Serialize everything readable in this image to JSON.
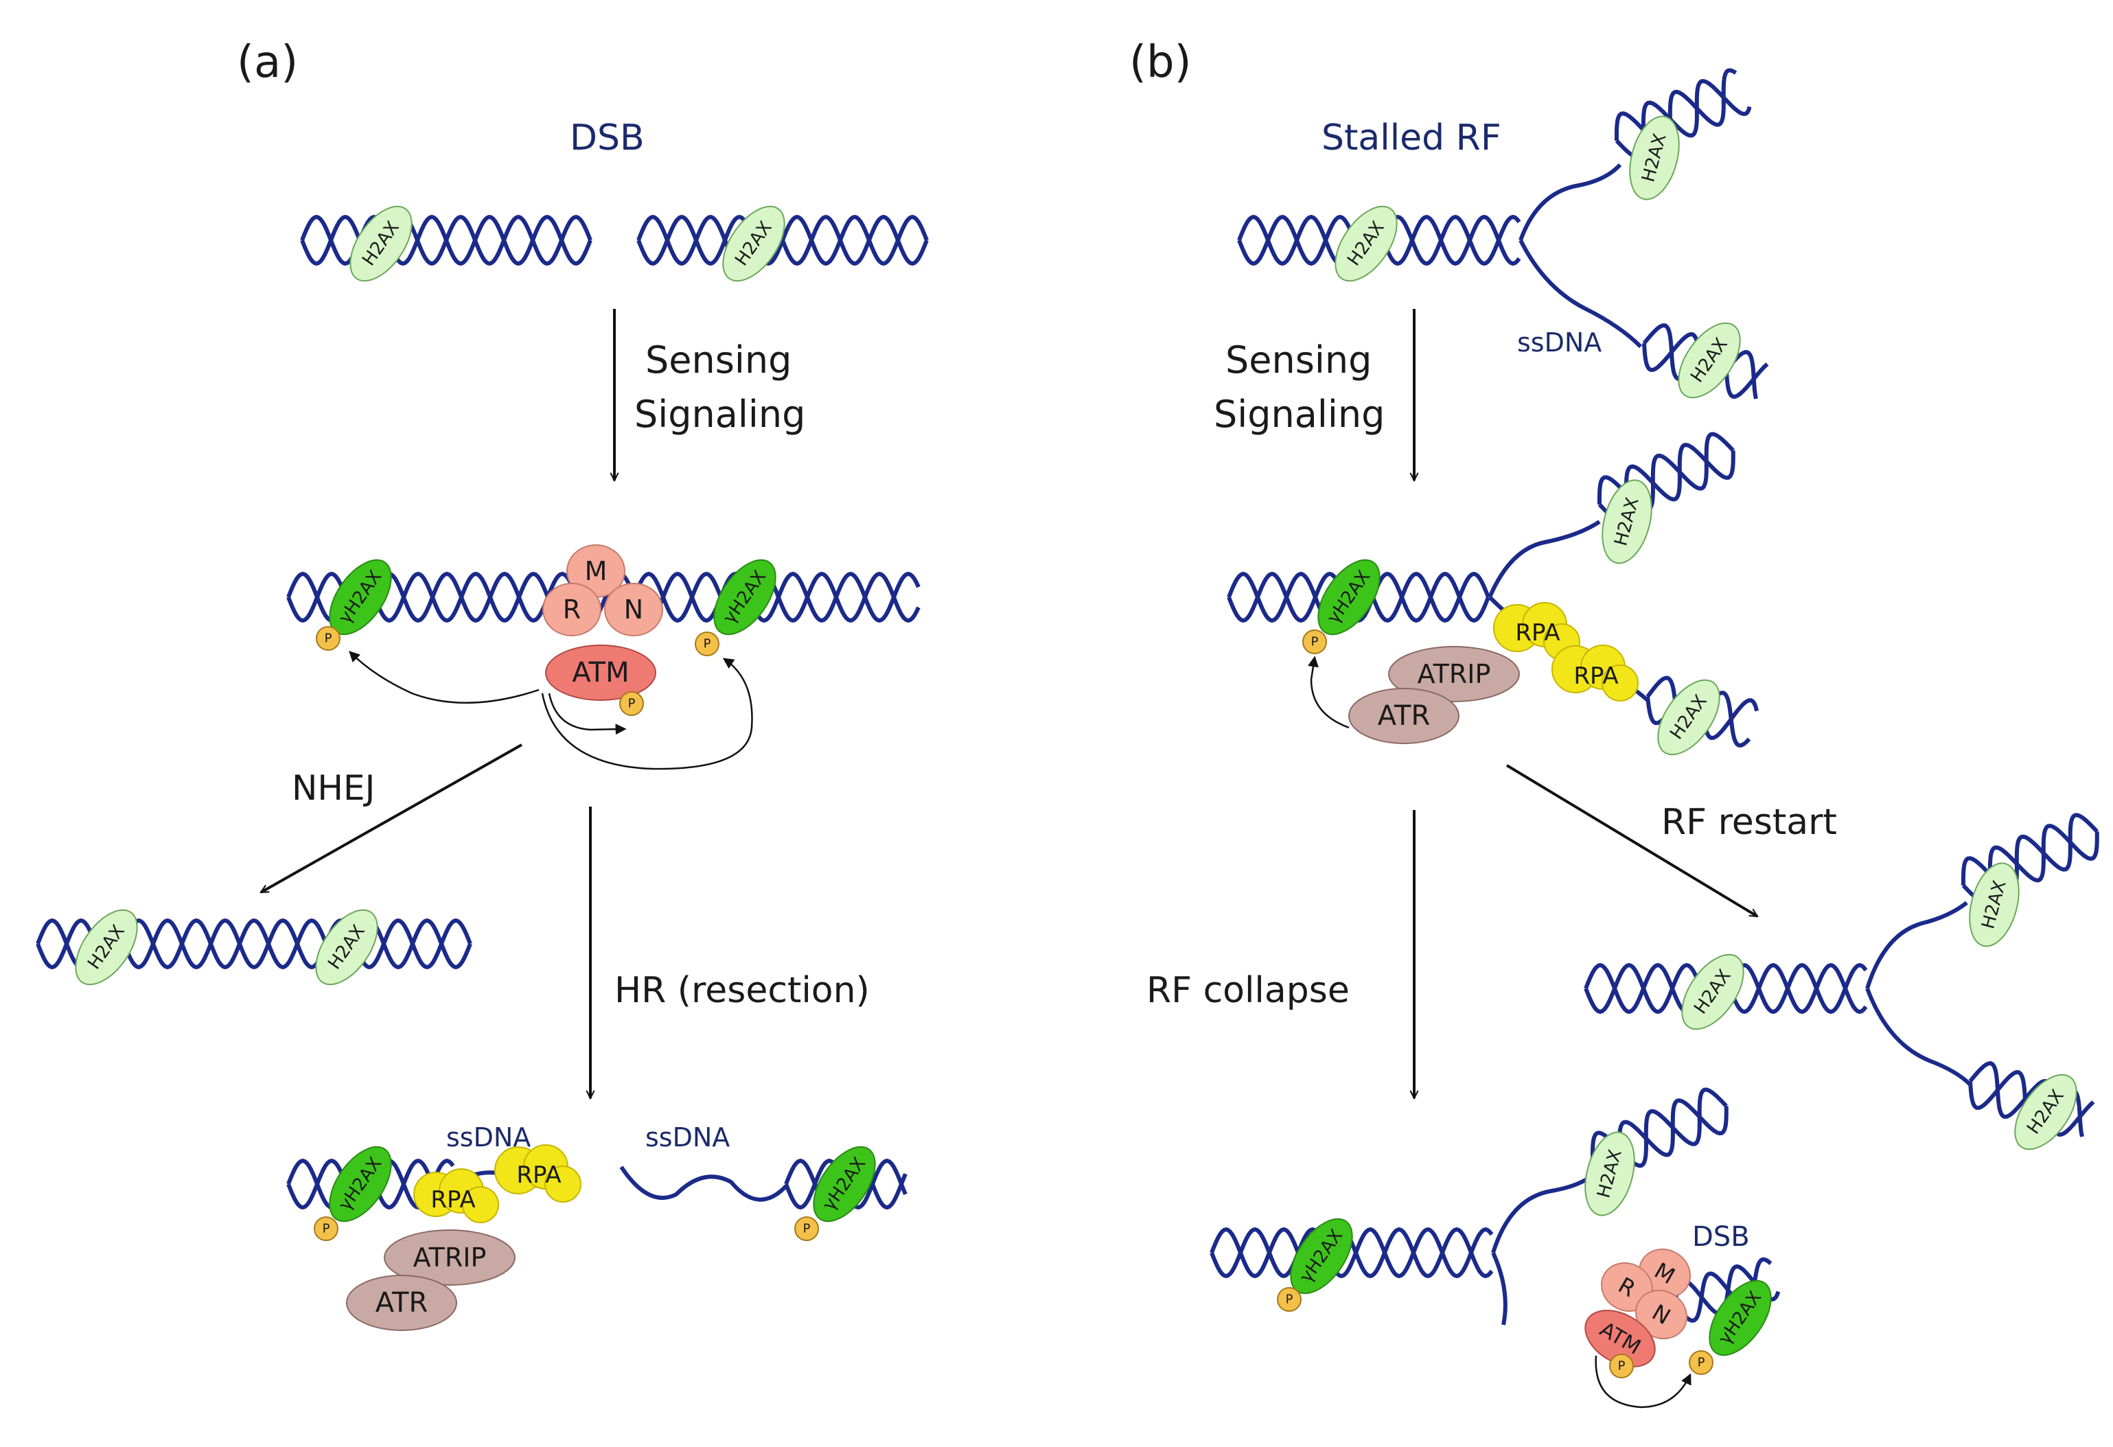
{
  "panels": {
    "a": {
      "tag": "(a)",
      "title": "DSB",
      "step1": {
        "line1": "Sensing",
        "line2": "Signaling"
      },
      "nhej": "NHEJ",
      "hr": "HR (resection)",
      "ssdna_left": "ssDNA",
      "ssdna_right": "ssDNA"
    },
    "b": {
      "tag": "(b)",
      "title": "Stalled RF",
      "ssdna": "ssDNA",
      "step1": {
        "line1": "Sensing",
        "line2": "Signaling"
      },
      "restart": "RF restart",
      "collapse": "RF collapse",
      "dsb": "DSB"
    }
  },
  "proteins": {
    "h2ax": "H2AX",
    "gh2ax": "γH2AX",
    "p": "P",
    "m": "M",
    "r": "R",
    "n": "N",
    "atm": "ATM",
    "atr": "ATR",
    "atrip": "ATRIP",
    "rpa": "RPA"
  },
  "colors": {
    "dna": "#1b2a8a",
    "h2ax_fill": "#d8f5c8",
    "gh2ax_fill": "#3cc41a",
    "phospho": "#f3c14a",
    "mrn": "#f4a999",
    "atm": "#ef7a72",
    "atr": "#c9a9a4",
    "rpa": "#f2e619"
  }
}
